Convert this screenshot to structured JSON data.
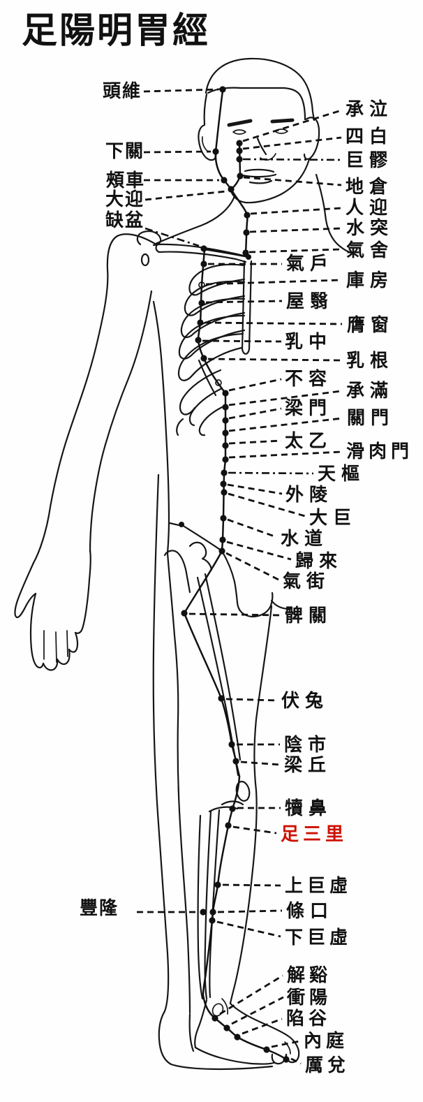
{
  "title": "足陽明胃經",
  "colors": {
    "ink": "#111111",
    "highlight_red": "#cc1100",
    "background": "#fefefe"
  },
  "figure": "human-body-side-view-line-drawing",
  "points": [
    {
      "name": "頭維"
    },
    {
      "name": "下關"
    },
    {
      "name": "頰車"
    },
    {
      "name": "大迎"
    },
    {
      "name": "缺盆"
    },
    {
      "name": "承泣"
    },
    {
      "name": "四白"
    },
    {
      "name": "巨髎"
    },
    {
      "name": "地倉"
    },
    {
      "name": "人迎"
    },
    {
      "name": "水突"
    },
    {
      "name": "氣舍"
    },
    {
      "name": "氣戶"
    },
    {
      "name": "庫房"
    },
    {
      "name": "屋翳"
    },
    {
      "name": "膺窗"
    },
    {
      "name": "乳中"
    },
    {
      "name": "乳根"
    },
    {
      "name": "不容"
    },
    {
      "name": "承滿"
    },
    {
      "name": "梁門"
    },
    {
      "name": "關門"
    },
    {
      "name": "太乙"
    },
    {
      "name": "滑肉門"
    },
    {
      "name": "天樞"
    },
    {
      "name": "外陵"
    },
    {
      "name": "大巨"
    },
    {
      "name": "水道"
    },
    {
      "name": "歸來"
    },
    {
      "name": "氣街"
    },
    {
      "name": "髀關"
    },
    {
      "name": "伏兔"
    },
    {
      "name": "陰市"
    },
    {
      "name": "梁丘"
    },
    {
      "name": "犢鼻"
    },
    {
      "name": "足三里",
      "color": "red"
    },
    {
      "name": "上巨虛"
    },
    {
      "name": "條口"
    },
    {
      "name": "下巨虛"
    },
    {
      "name": "豐隆"
    },
    {
      "name": "解谿"
    },
    {
      "name": "衝陽"
    },
    {
      "name": "陷谷"
    },
    {
      "name": "內庭"
    },
    {
      "name": "厲兌"
    }
  ]
}
